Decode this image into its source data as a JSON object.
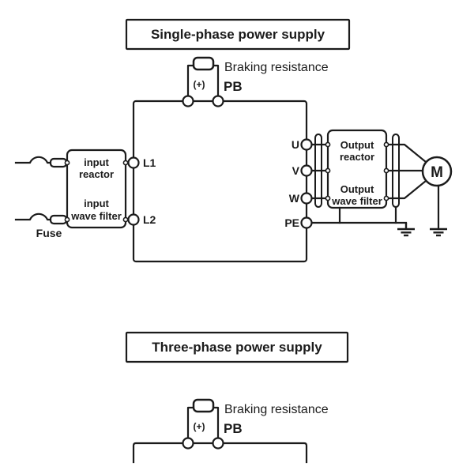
{
  "colors": {
    "ink": "#1b1b1b",
    "background": "#ffffff"
  },
  "single_phase": {
    "title": "Single-phase power supply",
    "braking": {
      "label": "Braking resistance",
      "terminal_pb": "PB",
      "terminal_plus": "(+)"
    },
    "fuse_label": "Fuse",
    "input_box": {
      "lines": [
        "input",
        "reactor",
        "input",
        "wave filter"
      ]
    },
    "terminals": {
      "l1": "L1",
      "l2": "L2",
      "u": "U",
      "v": "V",
      "w": "W",
      "pe": "PE"
    },
    "output_box": {
      "lines": [
        "Output",
        "reactor",
        "Output",
        "wave filter"
      ]
    },
    "motor_label": "M"
  },
  "three_phase": {
    "title": "Three-phase power supply",
    "braking": {
      "label": "Braking resistance",
      "terminal_pb": "PB",
      "terminal_plus": "(+)"
    }
  }
}
